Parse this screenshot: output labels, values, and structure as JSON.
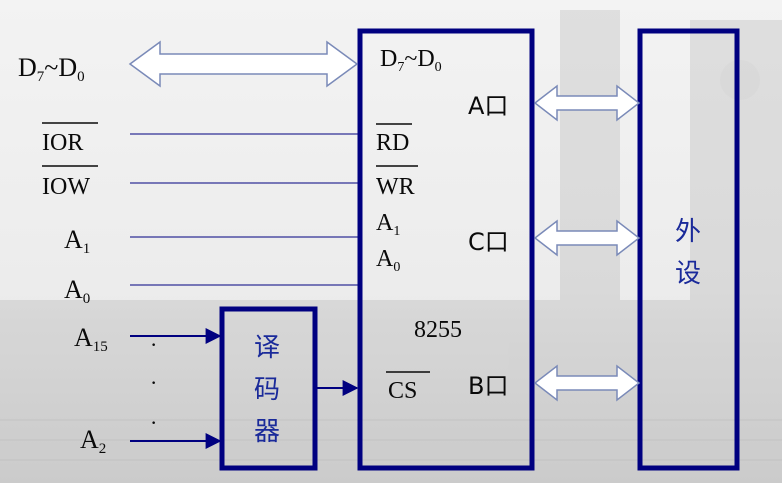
{
  "left_signals": {
    "data_bus": {
      "base": "D",
      "sub1": "7",
      "tilde": "~",
      "base2": "D",
      "sub2": "0"
    },
    "ior": "IOR",
    "iow": "IOW",
    "a1": {
      "base": "A",
      "sub": "1"
    },
    "a0": {
      "base": "A",
      "sub": "0"
    },
    "a15": {
      "base": "A",
      "sub": "15"
    },
    "a2": {
      "base": "A",
      "sub": "2"
    },
    "dot": "·"
  },
  "chip": {
    "name": "8255",
    "data_bus": {
      "base": "D",
      "sub1": "7",
      "tilde": "~",
      "base2": "D",
      "sub2": "0"
    },
    "rd": "RD",
    "wr": "WR",
    "a1": {
      "base": "A",
      "sub": "1"
    },
    "a0": {
      "base": "A",
      "sub": "0"
    },
    "cs": "CS",
    "port_a": "A口",
    "port_c": "C口",
    "port_b": "B口"
  },
  "decoder": {
    "line1": "译",
    "line2": "码",
    "line3": "器"
  },
  "peripheral": {
    "line1": "外",
    "line2": "设"
  },
  "colors": {
    "line": "#000080",
    "arrow_outline": "#7a8ab8",
    "text": "#0a0a0a",
    "accent_text": "#1a2a9a"
  }
}
